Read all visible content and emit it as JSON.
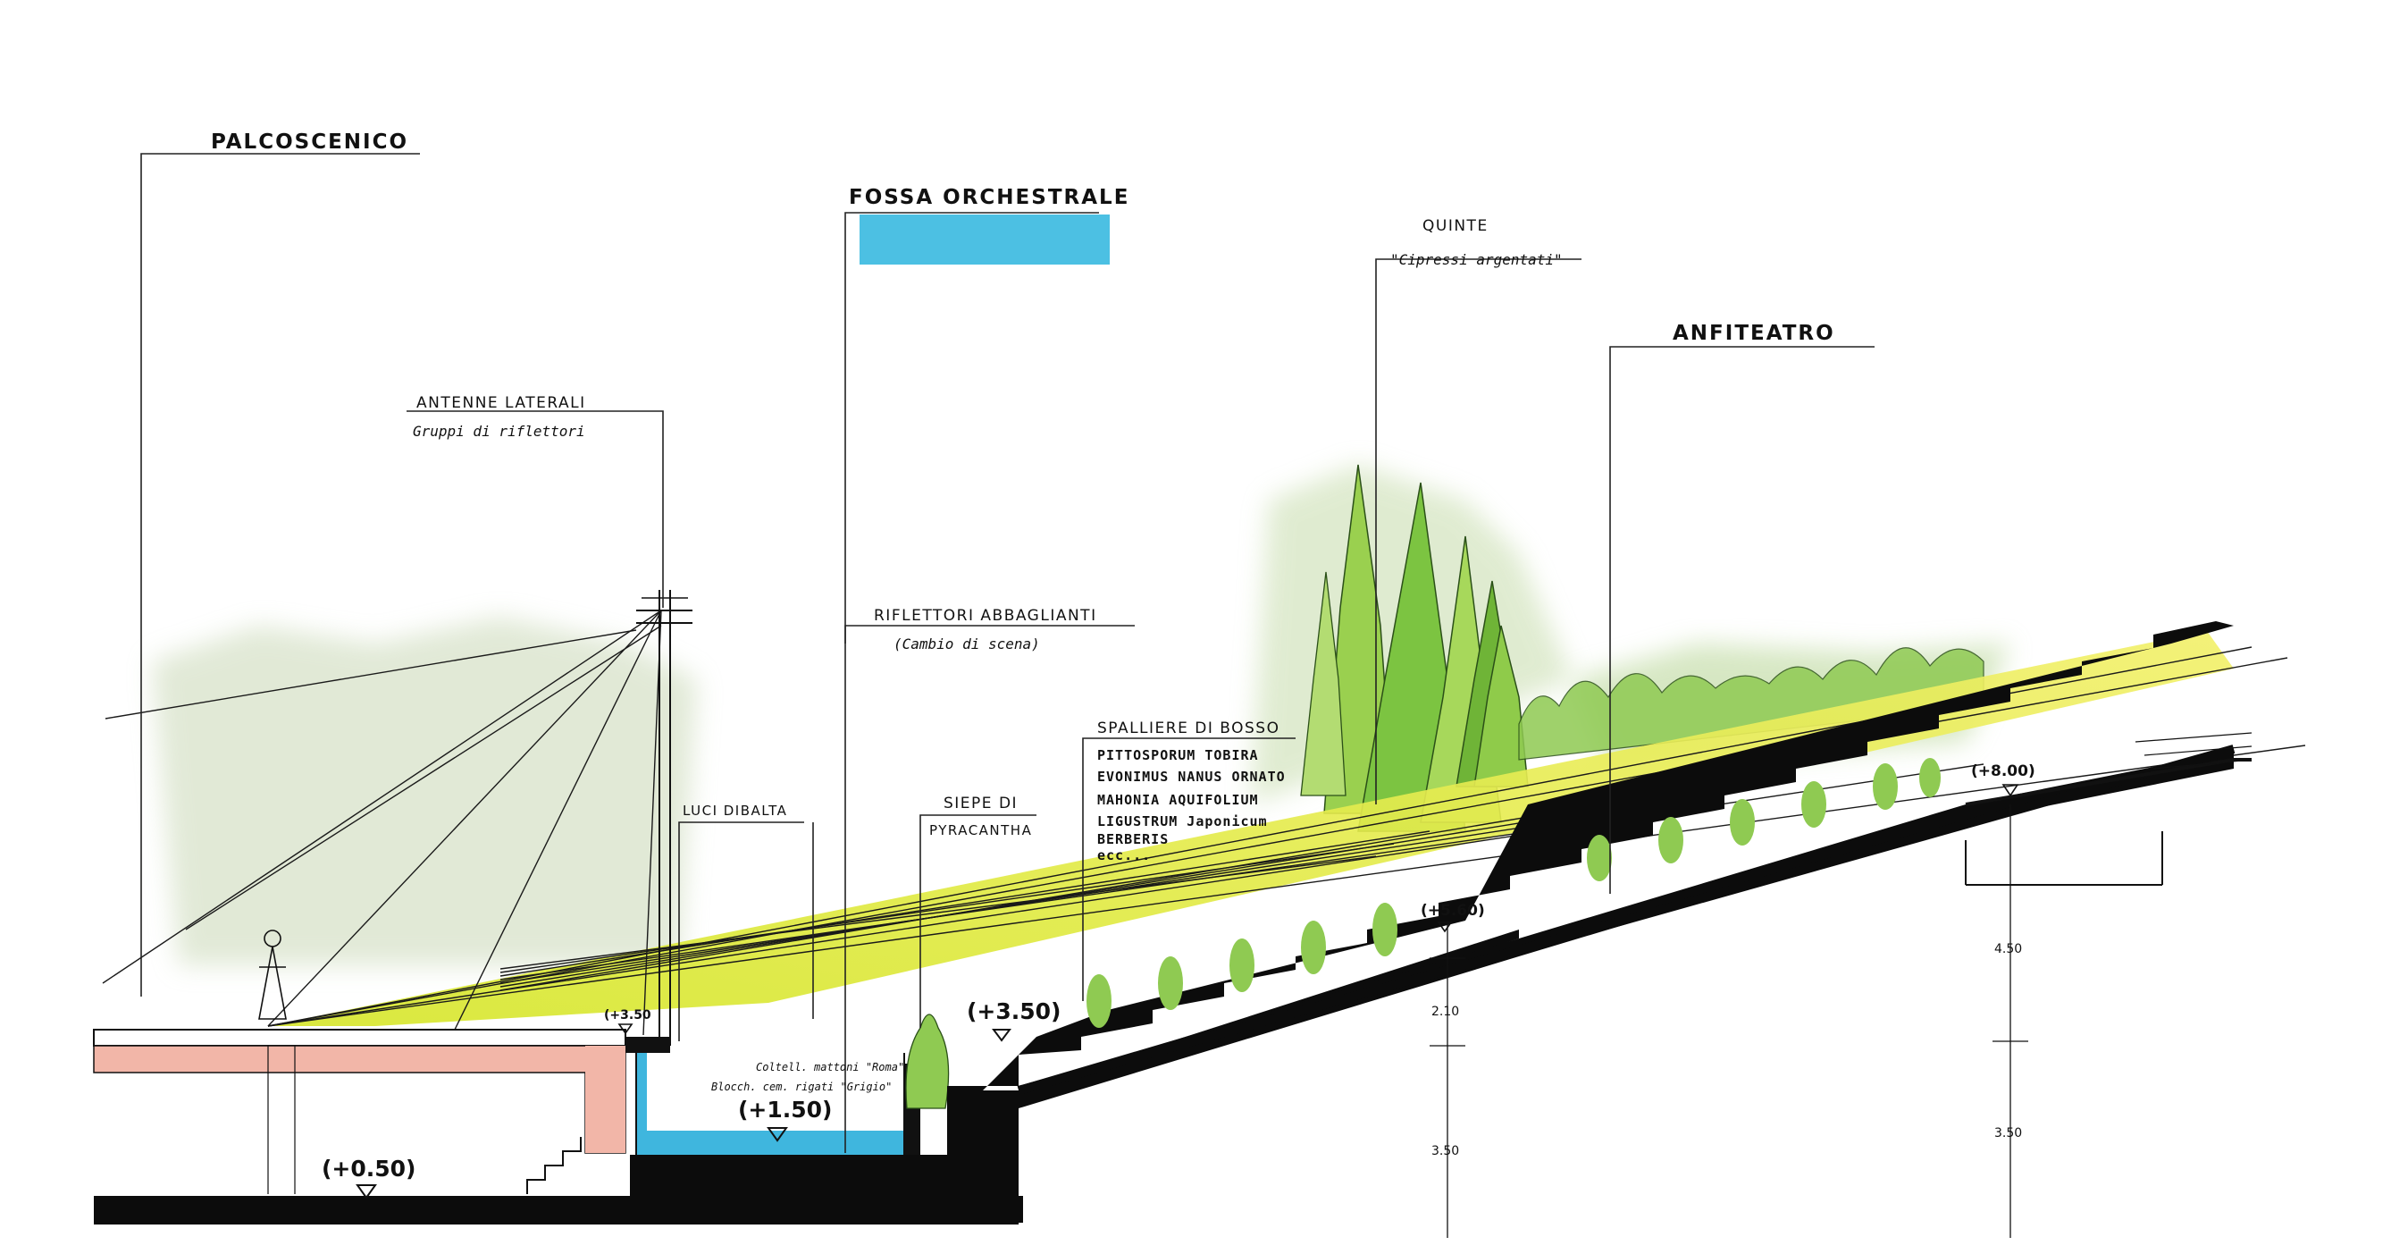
{
  "labels": {
    "palcoscenico": "PALCOSCENICO",
    "fossa": "FOSSA ORCHESTRALE",
    "quinte": "QUINTE",
    "quinte_sub": "\"Cipressi argentati\"",
    "anfiteatro": "ANFITEATRO",
    "antenne": "ANTENNE LATERALI",
    "antenne_sub": "Gruppi di riflettori",
    "riflettori": "RIFLETTORI ABBAGLIANTI",
    "riflettori_sub": "(Cambio di scena)",
    "luci": "LUCI DIBALTA",
    "siepe_1": "SIEPE DI",
    "siepe_2": "PYRACANTHA",
    "spalliere": "SPALLIERE DI BOSSO",
    "plants": [
      "PITTOSPORUM TOBIRA",
      "EVONIMUS NANUS ORNATO",
      "MAHONIA AQUIFOLIUM",
      "LIGUSTRUM Japonicum",
      "BERBERIS",
      "ecc..."
    ],
    "note_1": "Coltell. mattoni \"Roma\"",
    "note_2": "Blocch. cem. rigati \"Grigio\""
  },
  "elevations": {
    "stage": "(+0.50)",
    "pit": "(+1.50)",
    "stage_edge": "(+3.50",
    "terrace": "(+3.50)",
    "mid": "(+5.60)",
    "top": "(+8.00)"
  },
  "dimensions": {
    "d1": "2.10",
    "d2": "3.50",
    "d3": "4.50",
    "d4": "3.50"
  },
  "colors": {
    "stage_fill": "#f2b6a8",
    "pit_water": "#3fb6de",
    "light_beam": "#e4ec3a",
    "vegetation": "#7cc441",
    "haze": "#c7dcae",
    "ground": "#0c0c0c"
  }
}
